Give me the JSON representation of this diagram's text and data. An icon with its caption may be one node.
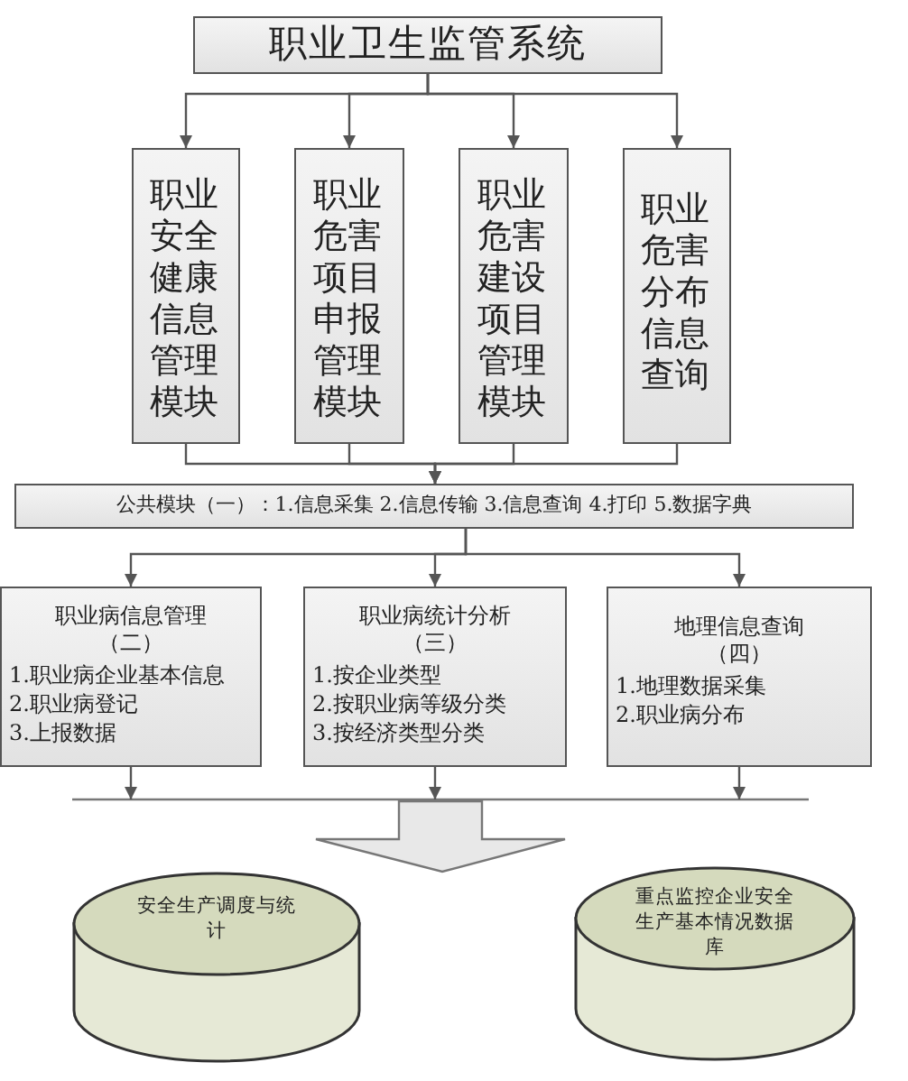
{
  "diagram": {
    "nodes": [
      {
        "text": [
          "职业卫生监管系统"
        ]
      },
      {
        "text": [
          "职业安全健康信息管理模块"
        ]
      },
      {
        "text": [
          "职业危害项目申报管理模块"
        ]
      },
      {
        "text": [
          "职业危害建设项目管理模块"
        ]
      },
      {
        "text": [
          "职业危害分布信息查询"
        ]
      },
      {
        "text": [
          "公共模块（一）：1.信息采集 2.信息传输 3.信息查询 4.打印 5.数据字典"
        ]
      },
      {
        "text": [
          "职业病信息管理（二）",
          "1.职业病企业基本信息",
          "2.职业病登记",
          "3.上报数据"
        ]
      },
      {
        "text": [
          "职业病统计分析（三）",
          "1.按企业类型",
          "2.按职业病等级分类",
          "3.按经济类型分类"
        ]
      },
      {
        "text": [
          "地理信息查询（四）",
          "1.地理数据采集",
          "2.职业病分布"
        ]
      },
      {
        "text": [
          "安全生产调度与统计"
        ]
      },
      {
        "text": [
          "重点监控企业安全生产基本情况数据库"
        ]
      }
    ],
    "edges": [
      {
        "from": 0,
        "to": 1,
        "arrow": "to"
      },
      {
        "from": 0,
        "to": 2,
        "arrow": "to"
      },
      {
        "from": 0,
        "to": 3,
        "arrow": "to"
      },
      {
        "from": 0,
        "to": 4,
        "arrow": "to"
      },
      {
        "from": 1,
        "to": 5,
        "arrow": "to"
      },
      {
        "from": 2,
        "to": 5,
        "arrow": "to"
      },
      {
        "from": 3,
        "to": 5,
        "arrow": "to"
      },
      {
        "from": 4,
        "to": 5,
        "arrow": "to"
      },
      {
        "from": 5,
        "to": 6,
        "arrow": "to"
      },
      {
        "from": 5,
        "to": 7,
        "arrow": "to"
      },
      {
        "from": 5,
        "to": 8,
        "arrow": "to"
      },
      {
        "from": 6,
        "to": null,
        "arrow": "to"
      },
      {
        "from": 7,
        "to": null,
        "arrow": "to"
      },
      {
        "from": 8,
        "to": null,
        "arrow": "to"
      }
    ]
  }
}
